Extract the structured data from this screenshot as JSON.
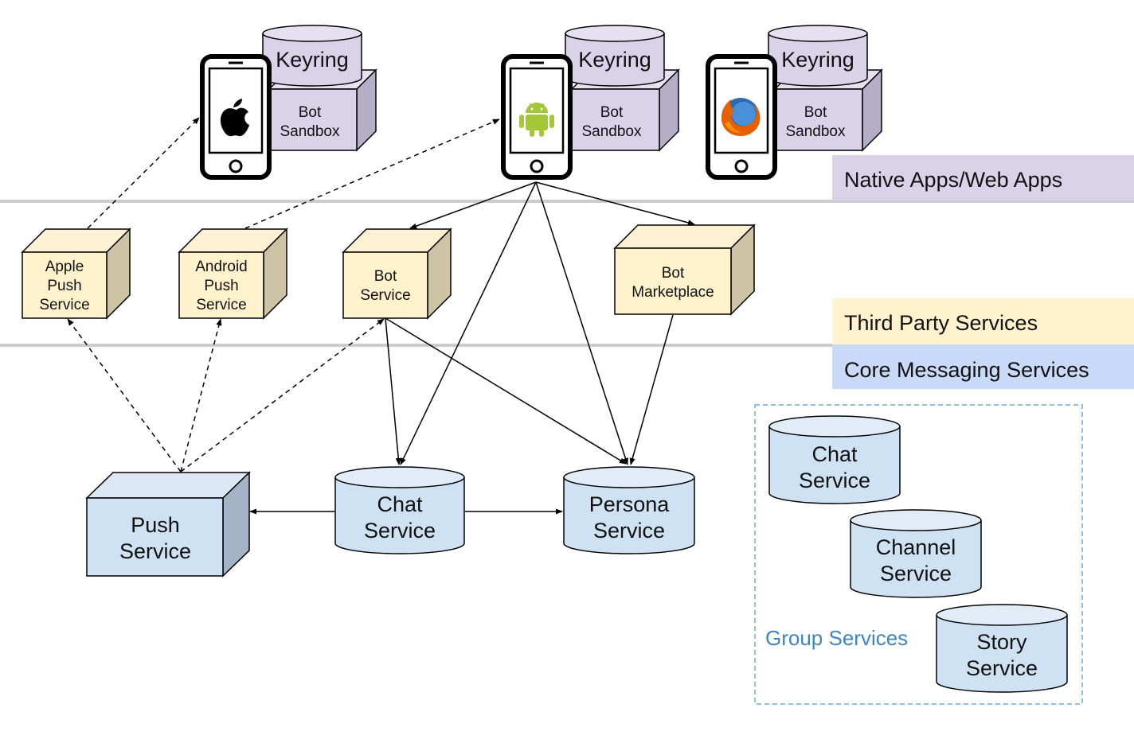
{
  "layers": [
    {
      "id": "native",
      "label": "Native Apps/Web Apps",
      "color": "#d9d2e9"
    },
    {
      "id": "third",
      "label": "Third Party Services",
      "color": "#fff2cc"
    },
    {
      "id": "core",
      "label": "Core Messaging Services",
      "color": "#c9daf8"
    }
  ],
  "clients": [
    {
      "id": "ios",
      "platform_icon": "apple-icon",
      "keyring_label": "Keyring",
      "sandbox_label": [
        "Bot",
        "Sandbox"
      ]
    },
    {
      "id": "android",
      "platform_icon": "android-icon",
      "keyring_label": "Keyring",
      "sandbox_label": [
        "Bot",
        "Sandbox"
      ]
    },
    {
      "id": "web",
      "platform_icon": "firefox-icon",
      "keyring_label": "Keyring",
      "sandbox_label": [
        "Bot",
        "Sandbox"
      ]
    }
  ],
  "third_party": [
    {
      "id": "apns",
      "label": [
        "Apple",
        "Push",
        "Service"
      ]
    },
    {
      "id": "gcm",
      "label": [
        "Android",
        "Push",
        "Service"
      ]
    },
    {
      "id": "botsvc",
      "label": [
        "Bot",
        "Service"
      ]
    },
    {
      "id": "market",
      "label": [
        "Bot",
        "Marketplace"
      ]
    }
  ],
  "core": [
    {
      "id": "push",
      "label": [
        "Push",
        "Service"
      ],
      "shape": "cube"
    },
    {
      "id": "chat",
      "label": [
        "Chat",
        "Service"
      ],
      "shape": "cylinder"
    },
    {
      "id": "persona",
      "label": [
        "Persona",
        "Service"
      ],
      "shape": "cylinder"
    }
  ],
  "group": {
    "label": "Group Services",
    "members": [
      {
        "id": "gchat",
        "label": [
          "Chat",
          "Service"
        ]
      },
      {
        "id": "channel",
        "label": [
          "Channel",
          "Service"
        ]
      },
      {
        "id": "story",
        "label": [
          "Story",
          "Service"
        ]
      }
    ]
  },
  "edges": [
    {
      "from": "apns",
      "to": "ios",
      "style": "dashed"
    },
    {
      "from": "gcm",
      "to": "android",
      "style": "dashed"
    },
    {
      "from": "android",
      "to": "botsvc",
      "style": "solid"
    },
    {
      "from": "android",
      "to": "market",
      "style": "solid"
    },
    {
      "from": "android",
      "to": "chat",
      "style": "solid"
    },
    {
      "from": "android",
      "to": "persona",
      "style": "solid"
    },
    {
      "from": "push",
      "to": "apns",
      "style": "dashed"
    },
    {
      "from": "push",
      "to": "gcm",
      "style": "dashed"
    },
    {
      "from": "push",
      "to": "botsvc",
      "style": "dashed"
    },
    {
      "from": "botsvc",
      "to": "chat",
      "style": "solid"
    },
    {
      "from": "botsvc",
      "to": "persona",
      "style": "solid"
    },
    {
      "from": "market",
      "to": "persona",
      "style": "solid"
    },
    {
      "from": "chat",
      "to": "push",
      "style": "solid"
    },
    {
      "from": "chat",
      "to": "persona",
      "style": "solid"
    }
  ]
}
